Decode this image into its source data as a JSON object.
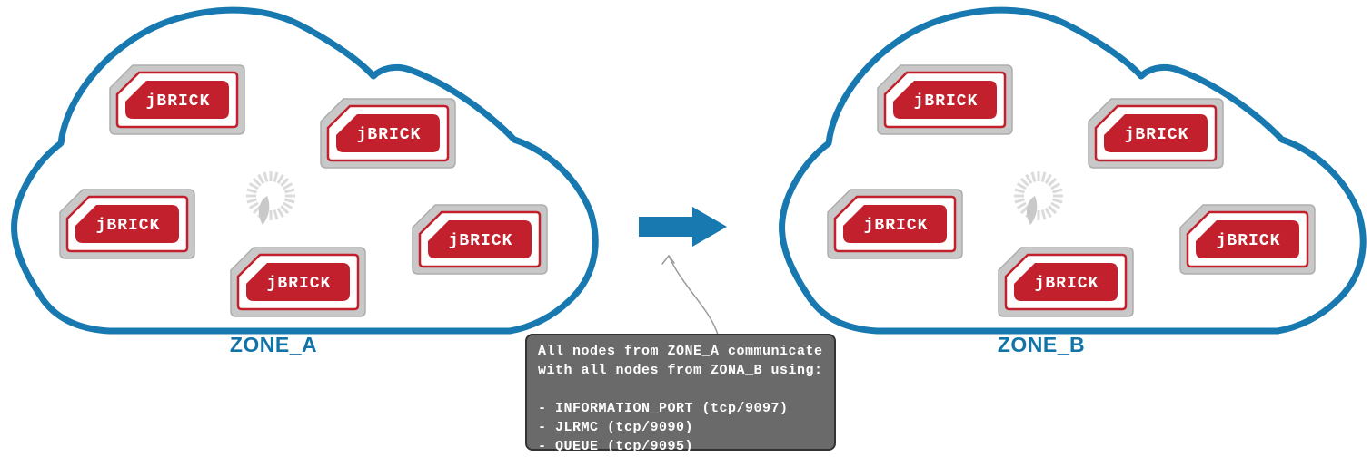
{
  "zones": [
    {
      "id": "zone-a",
      "label": "ZONE_A",
      "nodes": [
        "jBRICK",
        "jBRICK",
        "jBRICK",
        "jBRICK",
        "jBRICK"
      ]
    },
    {
      "id": "zone-b",
      "label": "ZONE_B",
      "nodes": [
        "jBRICK",
        "jBRICK",
        "jBRICK",
        "jBRICK",
        "jBRICK"
      ]
    }
  ],
  "annotation": {
    "lines": [
      "All nodes from ZONE_A communicate",
      "with all nodes from ZONA_B using:",
      "",
      "- INFORMATION_PORT (tcp/9097)",
      "- JLRMC (tcp/9090)",
      "- QUEUE (tcp/9095)"
    ]
  },
  "colors": {
    "cloud_stroke": "#1779AF",
    "zone_label": "#1273A8",
    "brick_red": "#C2202C",
    "brick_gray": "#C8C8C8",
    "arrow_blue": "#1779AF",
    "note_bg": "#6A6A6A",
    "note_border": "#333333",
    "note_text": "#FFFFFF"
  }
}
